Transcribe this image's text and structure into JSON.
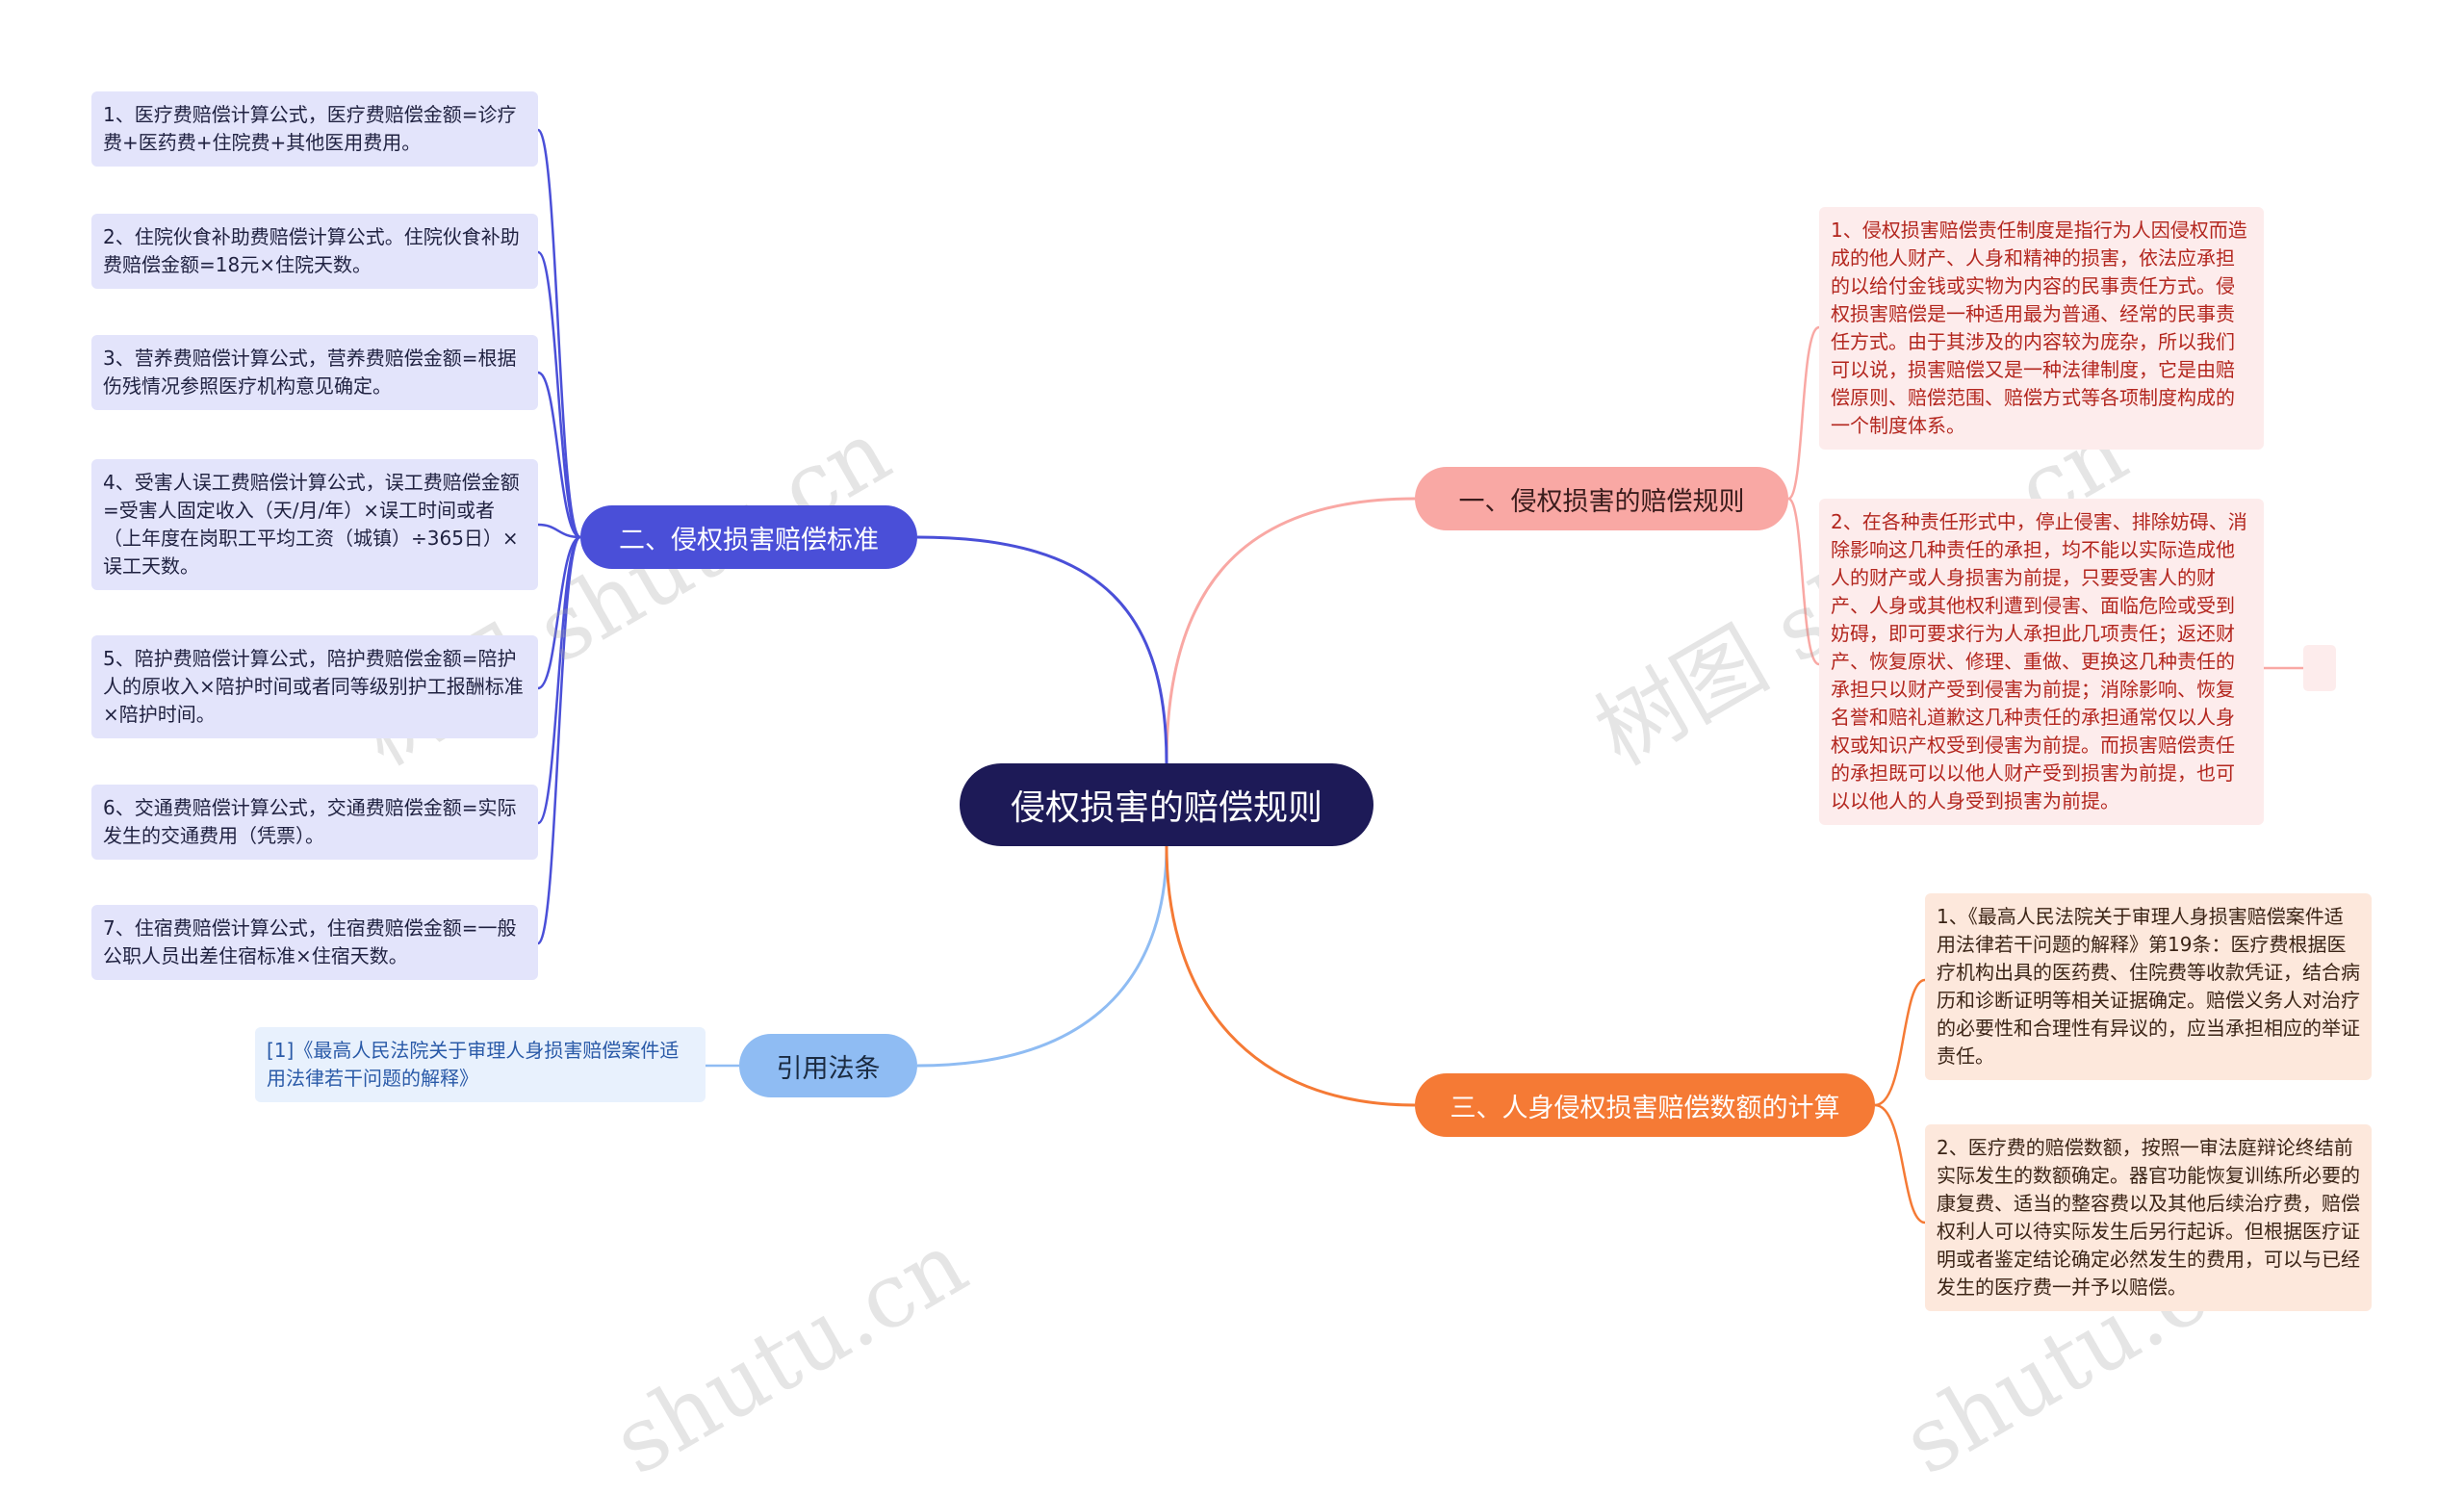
{
  "root": {
    "title": "侵权损害的赔偿规则"
  },
  "branches": {
    "rules": {
      "label": "一、侵权损害的赔偿规则",
      "leaves": [
        "1、侵权损害赔偿责任制度是指行为人因侵权而造成的他人财产、人身和精神的损害，依法应承担的以给付金钱或实物为内容的民事责任方式。侵权损害赔偿是一种适用最为普通、经常的民事责任方式。由于其涉及的内容较为庞杂，所以我们可以说，损害赔偿又是一种法律制度，它是由赔偿原则、赔偿范围、赔偿方式等各项制度构成的一个制度体系。",
        "2、在各种责任形式中，停止侵害、排除妨碍、消除影响这几种责任的承担，均不能以实际造成他人的财产或人身损害为前提，只要受害人的财产、人身或其他权利遭到侵害、面临危险或受到妨碍，即可要求行为人承担此几项责任；返还财产、恢复原状、修理、重做、更换这几种责任的承担只以财产受到侵害为前提；消除影响、恢复名誉和赔礼道歉这几种责任的承担通常仅以人身权或知识产权受到侵害为前提。而损害赔偿责任的承担既可以以他人财产受到损害为前提，也可以以他人的人身受到损害为前提。"
      ]
    },
    "standards": {
      "label": "二、侵权损害赔偿标准",
      "leaves": [
        "1、医疗费赔偿计算公式，医疗费赔偿金额=诊疗费+医药费+住院费+其他医用费用。",
        "2、住院伙食补助费赔偿计算公式。住院伙食补助费赔偿金额=18元×住院天数。",
        "3、营养费赔偿计算公式，营养费赔偿金额=根据伤残情况参照医疗机构意见确定。",
        "4、受害人误工费赔偿计算公式，误工费赔偿金额=受害人固定收入（天/月/年）×误工时间或者（上年度在岗职工平均工资（城镇）÷365日）×误工天数。",
        "5、陪护费赔偿计算公式，陪护费赔偿金额=陪护人的原收入×陪护时间或者同等级别护工报酬标准×陪护时间。",
        "6、交通费赔偿计算公式，交通费赔偿金额=实际发生的交通费用（凭票）。",
        "7、住宿费赔偿计算公式，住宿费赔偿金额=一般公职人员出差住宿标准×住宿天数。"
      ]
    },
    "references": {
      "label": "引用法条",
      "leaves": [
        "[1]《最高人民法院关于审理人身损害赔偿案件适用法律若干问题的解释》"
      ]
    },
    "calculation": {
      "label": "三、人身侵权损害赔偿数额的计算",
      "leaves": [
        "1、《最高人民法院关于审理人身损害赔偿案件适用法律若干问题的解释》第19条：医疗费根据医疗机构出具的医药费、住院费等收款凭证，结合病历和诊断证明等相关证据确定。赔偿义务人对治疗的必要性和合理性有异议的，应当承担相应的举证责任。",
        "2、医疗费的赔偿数额，按照一审法庭辩论终结前实际发生的数额确定。器官功能恢复训练所必要的康复费、适当的整容费以及其他后续治疗费，赔偿权利人可以待实际发生后另行起诉。但根据医疗证明或者鉴定结论确定必然发生的费用，可以与已经发生的医疗费一并予以赔偿。"
      ]
    }
  },
  "watermarks": [
    "树图 shutu.cn",
    "树图 shutu.cn",
    "shutu.cn",
    "shutu.cn"
  ],
  "colors": {
    "root": "#1d1a57",
    "rules": "#f9a8a4",
    "standards": "#4a4fd8",
    "references": "#8fbcf3",
    "calculation": "#f57a35"
  }
}
